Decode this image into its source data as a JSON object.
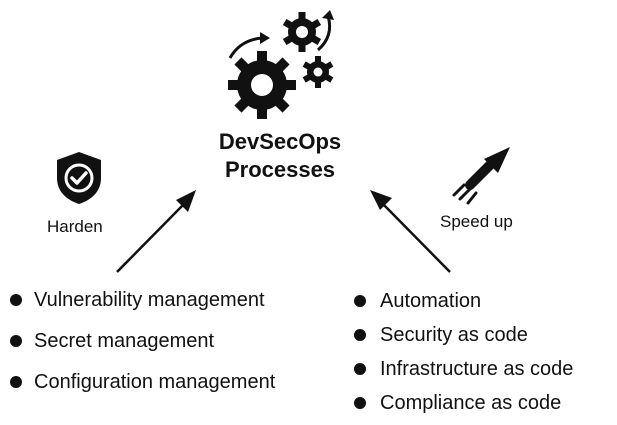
{
  "title": {
    "line1": "DevSecOps",
    "line2": "Processes"
  },
  "left_group": {
    "caption": "Harden",
    "icon": "shield-check-icon",
    "items": [
      "Vulnerability management",
      "Secret management",
      "Configuration management"
    ]
  },
  "right_group": {
    "caption": "Speed up",
    "icon": "rocket-arrow-icon",
    "items": [
      "Automation",
      "Security as code",
      "Infrastructure as code",
      "Compliance as code"
    ]
  },
  "top_icon": "gears-icon",
  "colors": {
    "ink": "#111111",
    "background": "#ffffff"
  }
}
